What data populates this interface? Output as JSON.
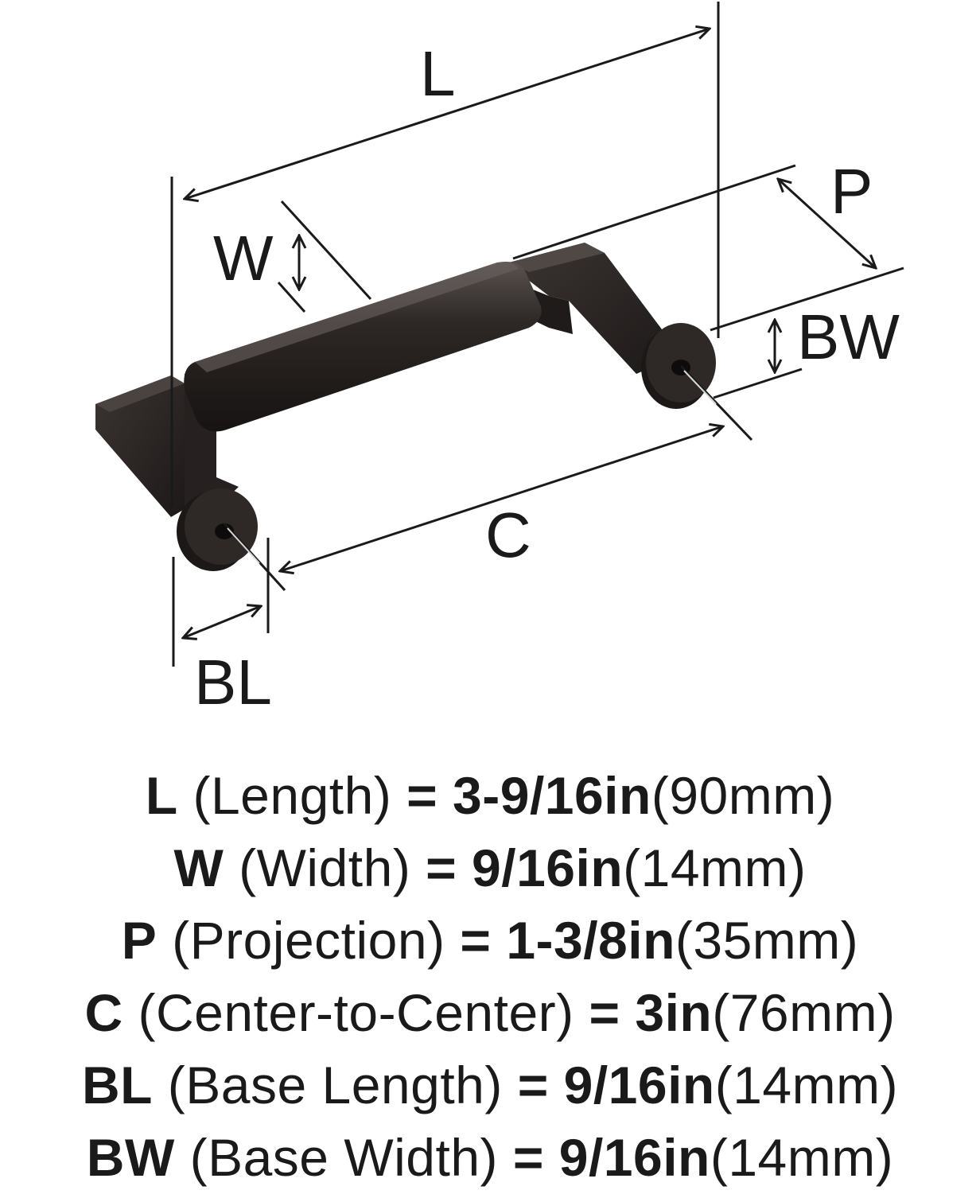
{
  "diagram": {
    "labels": {
      "L": "L",
      "W": "W",
      "P": "P",
      "BW": "BW",
      "C": "C",
      "BL": "BL"
    },
    "product_color": "#2b2624",
    "line_color": "#1a1a1a"
  },
  "specs": [
    {
      "code": "L",
      "name": "(Length)",
      "eq": "=",
      "imperial": "3-9/16in",
      "metric": "(90mm)"
    },
    {
      "code": "W",
      "name": "(Width)",
      "eq": "=",
      "imperial": "9/16in",
      "metric": "(14mm)"
    },
    {
      "code": "P",
      "name": "(Projection)",
      "eq": "=",
      "imperial": "1-3/8in",
      "metric": "(35mm)"
    },
    {
      "code": "C",
      "name": "(Center-to-Center)",
      "eq": "=",
      "imperial": "3in",
      "metric": "(76mm)"
    },
    {
      "code": "BL",
      "name": "(Base Length)",
      "eq": "=",
      "imperial": "9/16in",
      "metric": "(14mm)"
    },
    {
      "code": "BW",
      "name": "(Base Width)",
      "eq": "=",
      "imperial": "9/16in",
      "metric": "(14mm)"
    }
  ]
}
